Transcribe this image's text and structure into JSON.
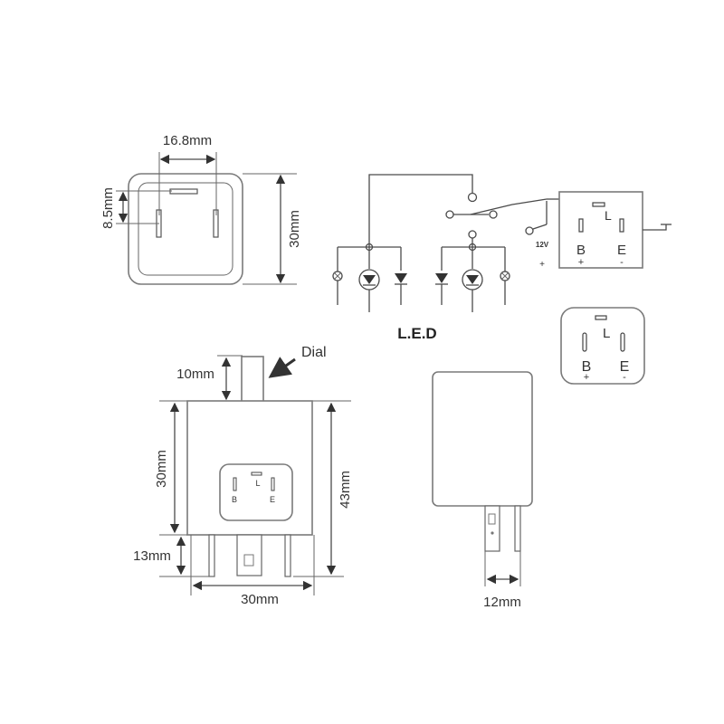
{
  "top_view": {
    "width_label": "16.8mm",
    "pin_gap_label": "8.5mm",
    "height_label": "30mm"
  },
  "schematic": {
    "led_label": "L.E.D",
    "connector": {
      "pin_l": "L",
      "pin_b": "B",
      "pin_e": "E",
      "voltage": "12V",
      "plus": "+",
      "minus": "-",
      "b_polarity": "+",
      "e_polarity": "-"
    }
  },
  "pin_layout": {
    "pin_l": "L",
    "pin_b": "B",
    "pin_e": "E",
    "b_polarity": "+",
    "e_polarity": "-"
  },
  "front_view": {
    "dial_label": "Dial",
    "dial_height_label": "10mm",
    "body_height_label": "30mm",
    "total_height_label": "43mm",
    "pin_length_label": "13mm",
    "width_label": "30mm",
    "pin_l": "L",
    "pin_b": "B",
    "pin_e": "E"
  },
  "side_view": {
    "depth_label": "12mm"
  }
}
